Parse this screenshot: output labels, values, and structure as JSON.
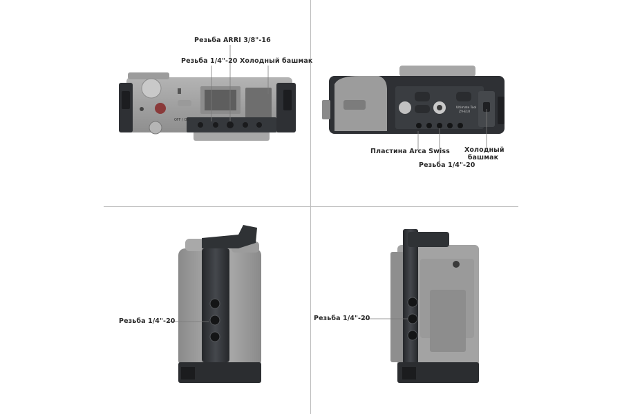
{
  "callouts": {
    "top_left": {
      "arri": "Резьба ARRI 3/8\"-16",
      "quarter": "Резьба 1/4\"-20",
      "cold_shoe": "Холодный башмак"
    },
    "top_right": {
      "arca": "Пластина Arca Swiss",
      "quarter": "Резьба 1/4\"-20",
      "cold_shoe_1": "Холодный",
      "cold_shoe_2": "башмак"
    },
    "bottom_left": {
      "quarter": "Резьба 1/4\"-20"
    },
    "bottom_right": {
      "quarter": "Резьба 1/4\"-20"
    }
  },
  "camera_marks": {
    "power": "OFF / ON",
    "model": "Ultimate Tool",
    "model_sub": "ZV-E10"
  },
  "colors": {
    "camera_body": "#9a9a9a",
    "cage_dark": "#2b2d30",
    "cage_mid": "#3c3f43",
    "divider": "#bdbdbd",
    "callout_line": "#7a7a7a"
  }
}
